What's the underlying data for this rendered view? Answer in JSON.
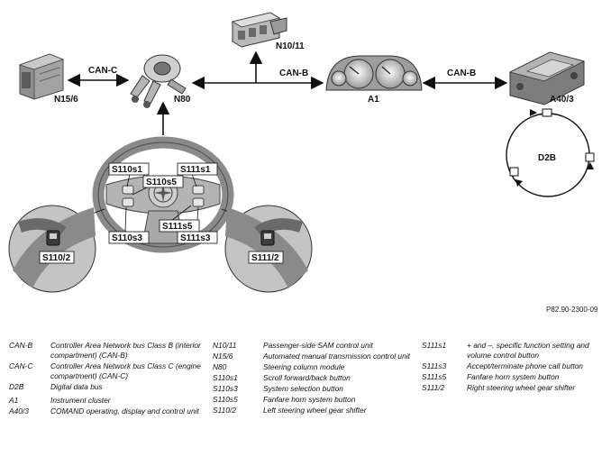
{
  "diagram": {
    "nodes": {
      "n15_6": "N15/6",
      "n80": "N80",
      "n10_11": "N10/11",
      "a1": "A1",
      "a40_3": "A40/3",
      "d2b": "D2B"
    },
    "bus_labels": {
      "can_c": "CAN-C",
      "can_b_left": "CAN-B",
      "can_b_right": "CAN-B"
    },
    "switch_labels": {
      "s110s1": "S110s1",
      "s110s5": "S110s5",
      "s111s1": "S111s1",
      "s111s5": "S111s5",
      "s110s3": "S110s3",
      "s111s3": "S111s3",
      "s110_2": "S110/2",
      "s111_2": "S111/2"
    },
    "code": "P82.90-2300-09"
  },
  "legend": {
    "col1": [
      {
        "term": "CAN-B",
        "desc": "Controller Area Network bus Class B (interior compartment) (CAN-B)"
      },
      {
        "term": "CAN-C",
        "desc": "Controller Area Network bus Class C (engine compartment) (CAN-C)"
      },
      {
        "term": "D2B",
        "desc": "Digital data bus"
      },
      {
        "term": "A1",
        "desc": "Instrument cluster"
      },
      {
        "term": "A40/3",
        "desc": "COMAND operating, display and control unit"
      }
    ],
    "col2": [
      {
        "term": "N10/11",
        "desc": "Passenger-side SAM control unit"
      },
      {
        "term": "N15/6",
        "desc": "Automated manual transmission control unit"
      },
      {
        "term": "N80",
        "desc": "Steering column module"
      },
      {
        "term": "S110s1",
        "desc": "Scroll forward/back button"
      },
      {
        "term": "S110s3",
        "desc": "System selection button"
      },
      {
        "term": "S110s5",
        "desc": "Fanfare horn system button"
      },
      {
        "term": "S110/2",
        "desc": "Left steering wheel gear shifter"
      }
    ],
    "col3": [
      {
        "term": "S111s1",
        "desc": "+ and –, specific function setting and volume control button"
      },
      {
        "term": "S111s3",
        "desc": "Accept/terminate phone call button"
      },
      {
        "term": "S111s5",
        "desc": "Fanfare horn system button"
      },
      {
        "term": "S111/2",
        "desc": "Right steering wheel gear shifter"
      }
    ]
  }
}
